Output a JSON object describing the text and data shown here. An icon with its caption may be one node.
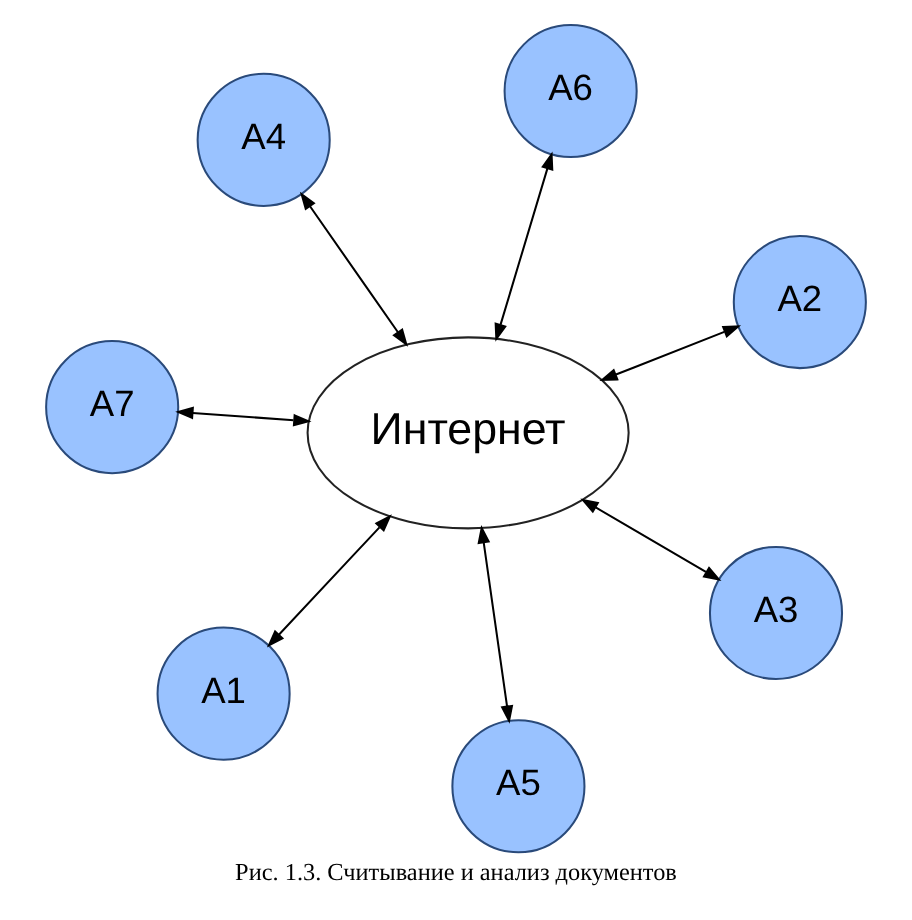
{
  "diagram": {
    "caption": "Рис. 1.3. Считывание и анализ документов",
    "nodes": [
      {
        "text": [
          "A4"
        ]
      },
      {
        "text": [
          "A2"
        ]
      },
      {
        "text": [
          "A5"
        ]
      },
      {
        "text": [
          "Интернет"
        ]
      },
      {
        "text": [
          "A6"
        ]
      },
      {
        "text": [
          "A7"
        ]
      },
      {
        "text": [
          "A1"
        ]
      },
      {
        "text": [
          "A3"
        ]
      }
    ],
    "edges": [
      {
        "from": 0,
        "to": 3,
        "arrow": "both"
      },
      {
        "from": 1,
        "to": 3,
        "arrow": "both"
      },
      {
        "from": 2,
        "to": 3,
        "arrow": "both"
      },
      {
        "from": 4,
        "to": 3,
        "arrow": "both"
      },
      {
        "from": 5,
        "to": 3,
        "arrow": "both"
      },
      {
        "from": 6,
        "to": 3,
        "arrow": "both"
      },
      {
        "from": 7,
        "to": 3,
        "arrow": "both"
      }
    ]
  }
}
